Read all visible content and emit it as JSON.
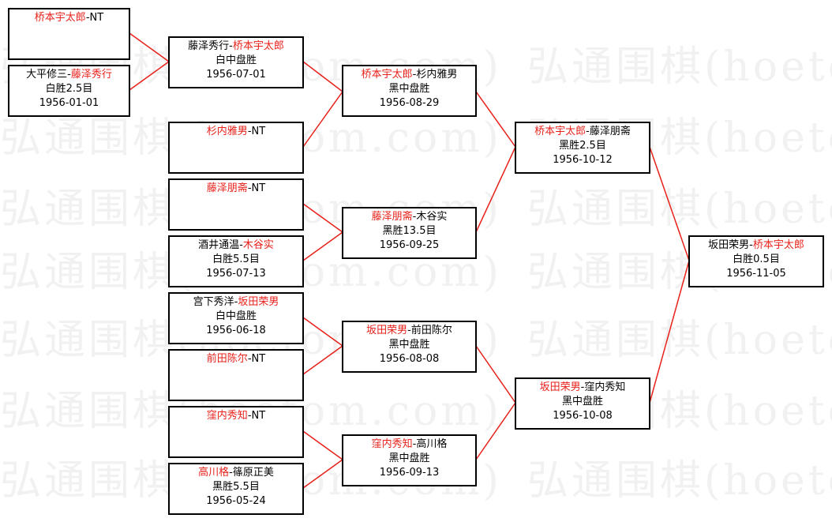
{
  "watermark": "弘通围棋(hoetom.com)",
  "colors": {
    "winner": "#e8211a",
    "text": "#000000",
    "line": "#e8211a",
    "border": "#000000"
  },
  "matches": {
    "m1": {
      "left": "桥本宇太郎",
      "sep": "-",
      "right": "NT",
      "win": "left",
      "result": "",
      "date": ""
    },
    "m2": {
      "left": "大平修三",
      "sep": "-",
      "right": "藤泽秀行",
      "win": "right",
      "result": "白胜2.5目",
      "date": "1956-01-01"
    },
    "m3": {
      "left": "藤泽秀行",
      "sep": "-",
      "right": "桥本宇太郎",
      "win": "right",
      "result": "白中盘胜",
      "date": "1956-07-01"
    },
    "m4": {
      "left": "杉内雅男",
      "sep": "-",
      "right": "NT",
      "win": "left",
      "result": "",
      "date": ""
    },
    "m5": {
      "left": "藤泽朋斋",
      "sep": "-",
      "right": "NT",
      "win": "left",
      "result": "",
      "date": ""
    },
    "m6": {
      "left": "酒井通温",
      "sep": "-",
      "right": "木谷实",
      "win": "right",
      "result": "白胜5.5目",
      "date": "1956-07-13"
    },
    "m7": {
      "left": "宫下秀洋",
      "sep": "-",
      "right": "坂田荣男",
      "win": "right",
      "result": "白中盘胜",
      "date": "1956-06-18"
    },
    "m8": {
      "left": "前田陈尔",
      "sep": "-",
      "right": "NT",
      "win": "left",
      "result": "",
      "date": ""
    },
    "m9": {
      "left": "窪内秀知",
      "sep": "-",
      "right": "NT",
      "win": "left",
      "result": "",
      "date": ""
    },
    "m10": {
      "left": "高川格",
      "sep": "-",
      "right": "篠原正美",
      "win": "left",
      "result": "黑胜5.5目",
      "date": "1956-05-24"
    },
    "m11": {
      "left": "桥本宇太郎",
      "sep": "-",
      "right": "杉内雅男",
      "win": "left",
      "result": "黑中盘胜",
      "date": "1956-08-29"
    },
    "m12": {
      "left": "藤泽朋斋",
      "sep": "-",
      "right": "木谷实",
      "win": "left",
      "result": "黑胜13.5目",
      "date": "1956-09-25"
    },
    "m13": {
      "left": "坂田荣男",
      "sep": "-",
      "right": "前田陈尔",
      "win": "left",
      "result": "黑中盘胜",
      "date": "1956-08-08"
    },
    "m14": {
      "left": "窪内秀知",
      "sep": "-",
      "right": "高川格",
      "win": "left",
      "result": "黑中盘胜",
      "date": "1956-09-13"
    },
    "m15": {
      "left": "桥本宇太郎",
      "sep": "-",
      "right": "藤泽朋斋",
      "win": "left",
      "result": "黑胜2.5目",
      "date": "1956-10-12"
    },
    "m16": {
      "left": "坂田荣男",
      "sep": "-",
      "right": "窪内秀知",
      "win": "left",
      "result": "黑中盘胜",
      "date": "1956-10-08"
    },
    "m17": {
      "left": "坂田荣男",
      "sep": "-",
      "right": "桥本宇太郎",
      "win": "right",
      "result": "白胜0.5目",
      "date": "1956-11-05"
    }
  }
}
